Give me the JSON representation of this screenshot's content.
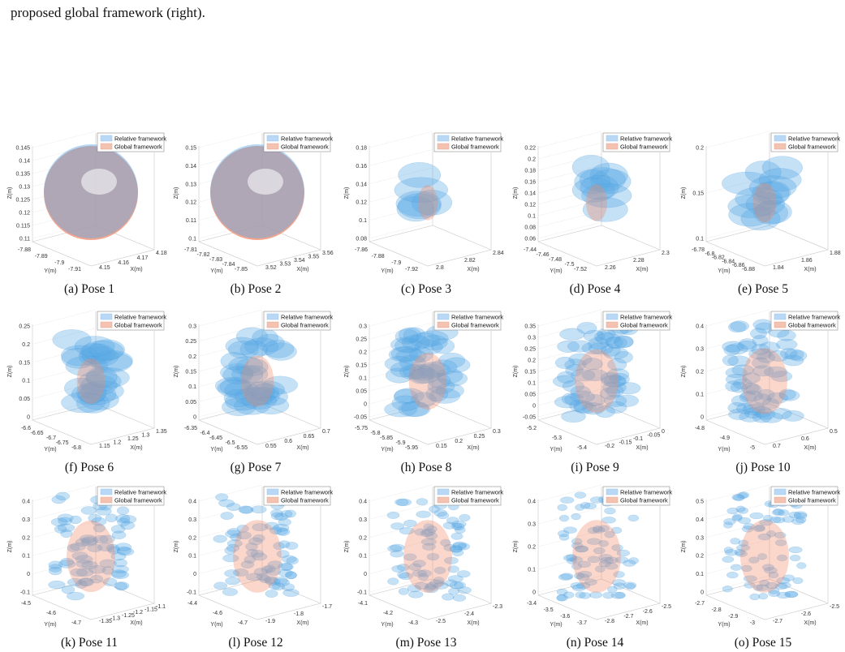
{
  "caption_tail": "proposed global framework (right).",
  "colors": {
    "relative": "#5aa9e6",
    "global": "#f08a6a",
    "relative_legend": "#b9d8f5",
    "global_legend": "#f3c2b0"
  },
  "panels": [
    {
      "caption": "(a) Pose 1",
      "legend": [
        "Relative framework",
        "Global framework"
      ],
      "zticks": [
        "0.145",
        "0.14",
        "0.135",
        "0.13",
        "0.125",
        "0.12",
        "0.115",
        "0.11"
      ],
      "yticks": [
        "-7.88",
        "-7.89",
        "-7.9",
        "-7.91"
      ],
      "xticks": [
        "4.15",
        "4.16",
        "4.17",
        "4.18"
      ],
      "zlabel": "Z(m)",
      "ylabel": "Y(m)",
      "xlabel": "X(m)",
      "blobs": 1
    },
    {
      "caption": "(b) Pose 2",
      "legend": [
        "Relative framework",
        "Global framework"
      ],
      "zticks": [
        "0.15",
        "0.14",
        "0.13",
        "0.12",
        "0.11",
        "0.1"
      ],
      "yticks": [
        "-7.81",
        "-7.82",
        "-7.83",
        "-7.84",
        "-7.85"
      ],
      "xticks": [
        "3.52",
        "3.53",
        "3.54",
        "3.55",
        "3.56"
      ],
      "zlabel": "Z(m)",
      "ylabel": "Y(m)",
      "xlabel": "X(m)",
      "blobs": 2
    },
    {
      "caption": "(c) Pose 3",
      "legend": [
        "Relative framework",
        "Global framework"
      ],
      "zticks": [
        "0.18",
        "0.16",
        "0.14",
        "0.12",
        "0.1",
        "0.08"
      ],
      "yticks": [
        "-7.86",
        "-7.88",
        "-7.9",
        "-7.92"
      ],
      "xticks": [
        "2.8",
        "2.82",
        "2.84"
      ],
      "zlabel": "Z(m)",
      "ylabel": "Y(m)",
      "xlabel": "X(m)",
      "blobs": 6
    },
    {
      "caption": "(d) Pose 4",
      "legend": [
        "Relative framework",
        "Global framework"
      ],
      "zticks": [
        "0.22",
        "0.2",
        "0.18",
        "0.16",
        "0.14",
        "0.12",
        "0.1",
        "0.08",
        "0.06"
      ],
      "yticks": [
        "-7.44",
        "-7.46",
        "-7.48",
        "-7.5",
        "-7.52"
      ],
      "xticks": [
        "2.26",
        "2.28",
        "2.3"
      ],
      "zlabel": "Z(m)",
      "ylabel": "Y(m)",
      "xlabel": "X(m)",
      "blobs": 9
    },
    {
      "caption": "(e) Pose 5",
      "legend": [
        "Relative framework",
        "Global framework"
      ],
      "zticks": [
        "0.2",
        "0.15",
        "0.1"
      ],
      "yticks": [
        "-6.78",
        "-6.8",
        "-6.82",
        "-6.84",
        "-6.86",
        "-6.88"
      ],
      "xticks": [
        "1.84",
        "1.86",
        "1.88"
      ],
      "zlabel": "Z(m)",
      "ylabel": "Y(m)",
      "xlabel": "X(m)",
      "blobs": 14
    },
    {
      "caption": "(f) Pose 6",
      "legend": [
        "Relative framework",
        "Global framework"
      ],
      "zticks": [
        "0.25",
        "0.2",
        "0.15",
        "0.1",
        "0.05",
        "0"
      ],
      "yticks": [
        "-6.6",
        "-6.65",
        "-6.7",
        "-6.75",
        "-6.8"
      ],
      "xticks": [
        "1.15",
        "1.2",
        "1.25",
        "1.3",
        "1.35"
      ],
      "zlabel": "Z(m)",
      "ylabel": "Y(m)",
      "xlabel": "X(m)",
      "blobs": 24
    },
    {
      "caption": "(g) Pose 7",
      "legend": [
        "Relative framework",
        "Global framework"
      ],
      "zticks": [
        "0.3",
        "0.25",
        "0.2",
        "0.15",
        "0.1",
        "0.05",
        "0"
      ],
      "yticks": [
        "-6.35",
        "-6.4",
        "-6.45",
        "-6.5",
        "-6.55"
      ],
      "xticks": [
        "0.55",
        "0.6",
        "0.65",
        "0.7"
      ],
      "zlabel": "Z(m)",
      "ylabel": "Y(m)",
      "xlabel": "X(m)",
      "blobs": 34
    },
    {
      "caption": "(h) Pose 8",
      "legend": [
        "Relative framework",
        "Global framework"
      ],
      "zticks": [
        "0.3",
        "0.25",
        "0.2",
        "0.15",
        "0.1",
        "0.05",
        "0",
        "-0.05"
      ],
      "yticks": [
        "-5.75",
        "-5.8",
        "-5.85",
        "-5.9",
        "-5.95"
      ],
      "xticks": [
        "0.15",
        "0.2",
        "0.25",
        "0.3"
      ],
      "zlabel": "Z(m)",
      "ylabel": "Y(m)",
      "xlabel": "X(m)",
      "blobs": 44
    },
    {
      "caption": "(i) Pose 9",
      "legend": [
        "Relative framework",
        "Global framework"
      ],
      "zticks": [
        "0.35",
        "0.3",
        "0.25",
        "0.2",
        "0.15",
        "0.1",
        "0.05",
        "0",
        "-0.05"
      ],
      "yticks": [
        "-5.2",
        "-5.3",
        "-5.4"
      ],
      "xticks": [
        "-0.2",
        "-0.15",
        "-0.1",
        "-0.05",
        "0"
      ],
      "zlabel": "Z(m)",
      "ylabel": "Y(m)",
      "xlabel": "X(m)",
      "blobs": 56
    },
    {
      "caption": "(j) Pose 10",
      "legend": [
        "Relative framework",
        "Global framework"
      ],
      "zticks": [
        "0.4",
        "0.3",
        "0.2",
        "0.1",
        "0"
      ],
      "yticks": [
        "-4.8",
        "-4.9",
        "-5"
      ],
      "xticks": [
        "0.7",
        "0.6",
        "0.5"
      ],
      "zlabel": "Z(m)",
      "ylabel": "Y(m)",
      "xlabel": "X(m)",
      "blobs": 60
    },
    {
      "caption": "(k) Pose 11",
      "legend": [
        "Relative framework",
        "Global framework"
      ],
      "zticks": [
        "0.4",
        "0.3",
        "0.2",
        "0.1",
        "0",
        "-0.1"
      ],
      "yticks": [
        "-4.5",
        "-4.6",
        "-4.7"
      ],
      "xticks": [
        "-1.35",
        "-1.3",
        "-1.25",
        "-1.2",
        "-1.15",
        "-1.1"
      ],
      "zlabel": "Z(m)",
      "ylabel": "Y(m)",
      "xlabel": "X(m)",
      "blobs": 70
    },
    {
      "caption": "(l) Pose 12",
      "legend": [
        "Relative framework",
        "Global framework"
      ],
      "zticks": [
        "0.4",
        "0.3",
        "0.2",
        "0.1",
        "0",
        "-0.1"
      ],
      "yticks": [
        "-4.4",
        "-4.6",
        "-4.7"
      ],
      "xticks": [
        "-1.9",
        "-1.8",
        "-1.7"
      ],
      "zlabel": "Z(m)",
      "ylabel": "Y(m)",
      "xlabel": "X(m)",
      "blobs": 72
    },
    {
      "caption": "(m) Pose 13",
      "legend": [
        "Relative framework",
        "Global framework"
      ],
      "zticks": [
        "0.4",
        "0.3",
        "0.2",
        "0.1",
        "0",
        "-0.1"
      ],
      "yticks": [
        "-4.1",
        "-4.2",
        "-4.3"
      ],
      "xticks": [
        "-2.5",
        "-2.4",
        "-2.3"
      ],
      "zlabel": "Z(m)",
      "ylabel": "Y(m)",
      "xlabel": "X(m)",
      "blobs": 74
    },
    {
      "caption": "(n) Pose 14",
      "legend": [
        "Relative framework",
        "Global framework"
      ],
      "zticks": [
        "0.4",
        "0.3",
        "0.2",
        "0.1",
        "0"
      ],
      "yticks": [
        "-3.4",
        "-3.5",
        "-3.6",
        "-3.7"
      ],
      "xticks": [
        "-2.8",
        "-2.7",
        "-2.6",
        "-2.5"
      ],
      "zlabel": "Z(m)",
      "ylabel": "Y(m)",
      "xlabel": "X(m)",
      "blobs": 76
    },
    {
      "caption": "(o) Pose 15",
      "legend": [
        "Relative framework",
        "Global framework"
      ],
      "zticks": [
        "0.5",
        "0.4",
        "0.3",
        "0.2",
        "0.1",
        "0"
      ],
      "yticks": [
        "-2.7",
        "-2.8",
        "-2.9",
        "-3"
      ],
      "xticks": [
        "-2.7",
        "-2.6",
        "-2.5"
      ],
      "zlabel": "Z(m)",
      "ylabel": "Y(m)",
      "xlabel": "X(m)",
      "blobs": 80
    }
  ]
}
